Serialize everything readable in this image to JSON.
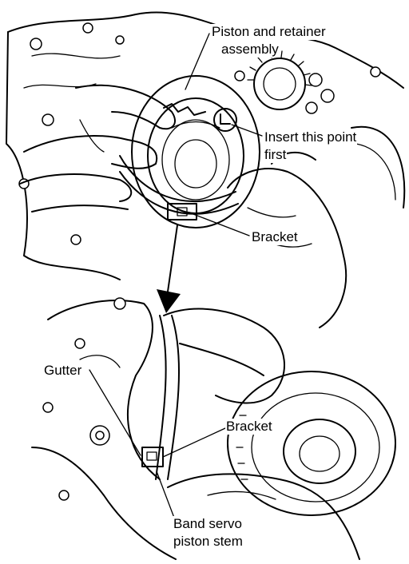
{
  "labels": {
    "piston_retainer_line1": "Piston and retainer",
    "piston_retainer_line2": "assembly",
    "insert_point_line1": "Insert this point",
    "insert_point_line2": "first",
    "bracket_upper": "Bracket",
    "gutter": "Gutter",
    "bracket_lower": "Bracket",
    "band_servo_line1": "Band servo",
    "band_servo_line2": "piston stem"
  }
}
